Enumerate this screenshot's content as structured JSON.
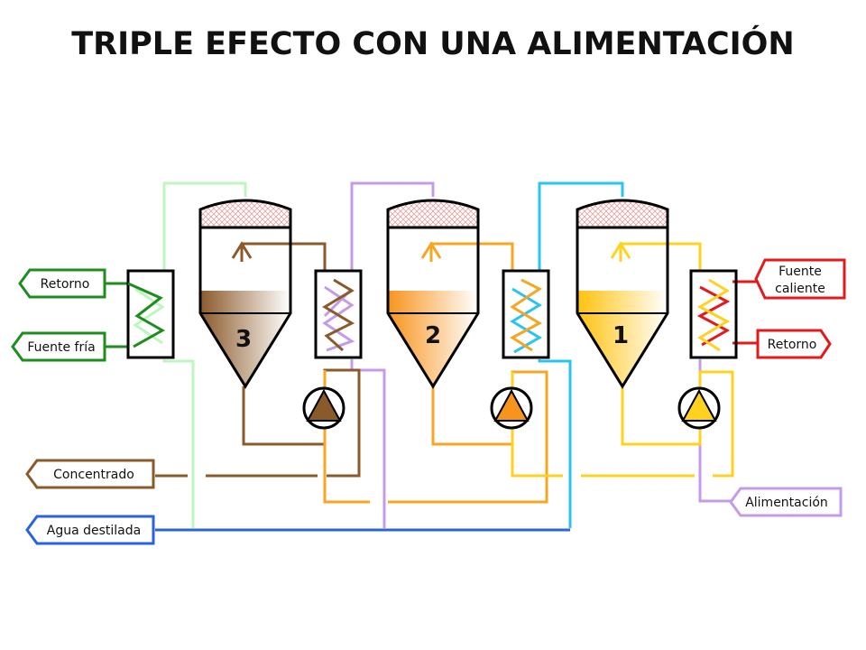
{
  "title": "TRIPLE EFECTO CON UNA ALIMENTACIÓN",
  "effects": [
    {
      "number": "3",
      "liquid_color": "#8b5a2b"
    },
    {
      "number": "2",
      "liquid_color": "#f7941d"
    },
    {
      "number": "1",
      "liquid_color": "#ffd21f"
    }
  ],
  "labels": {
    "cold_return": "Retorno",
    "cold_source": "Fuente fría",
    "hot_source_line1": "Fuente",
    "hot_source_line2": "caliente",
    "hot_return": "Retorno",
    "concentrate": "Concentrado",
    "distilled_water": "Agua destilada",
    "feed": "Alimentación"
  },
  "colors": {
    "cold": "#1e8c1e",
    "hot": "#e11b1b",
    "concentrate": "#8b5a2b",
    "distilled": "#2a62e0",
    "feed": "#c49be8",
    "vapor_3": "#bff5bf",
    "vapor_2": "#c49be8",
    "vapor_1": "#29c5ee",
    "brine_2": "#f5a623",
    "brine_1": "#ffd21f"
  }
}
